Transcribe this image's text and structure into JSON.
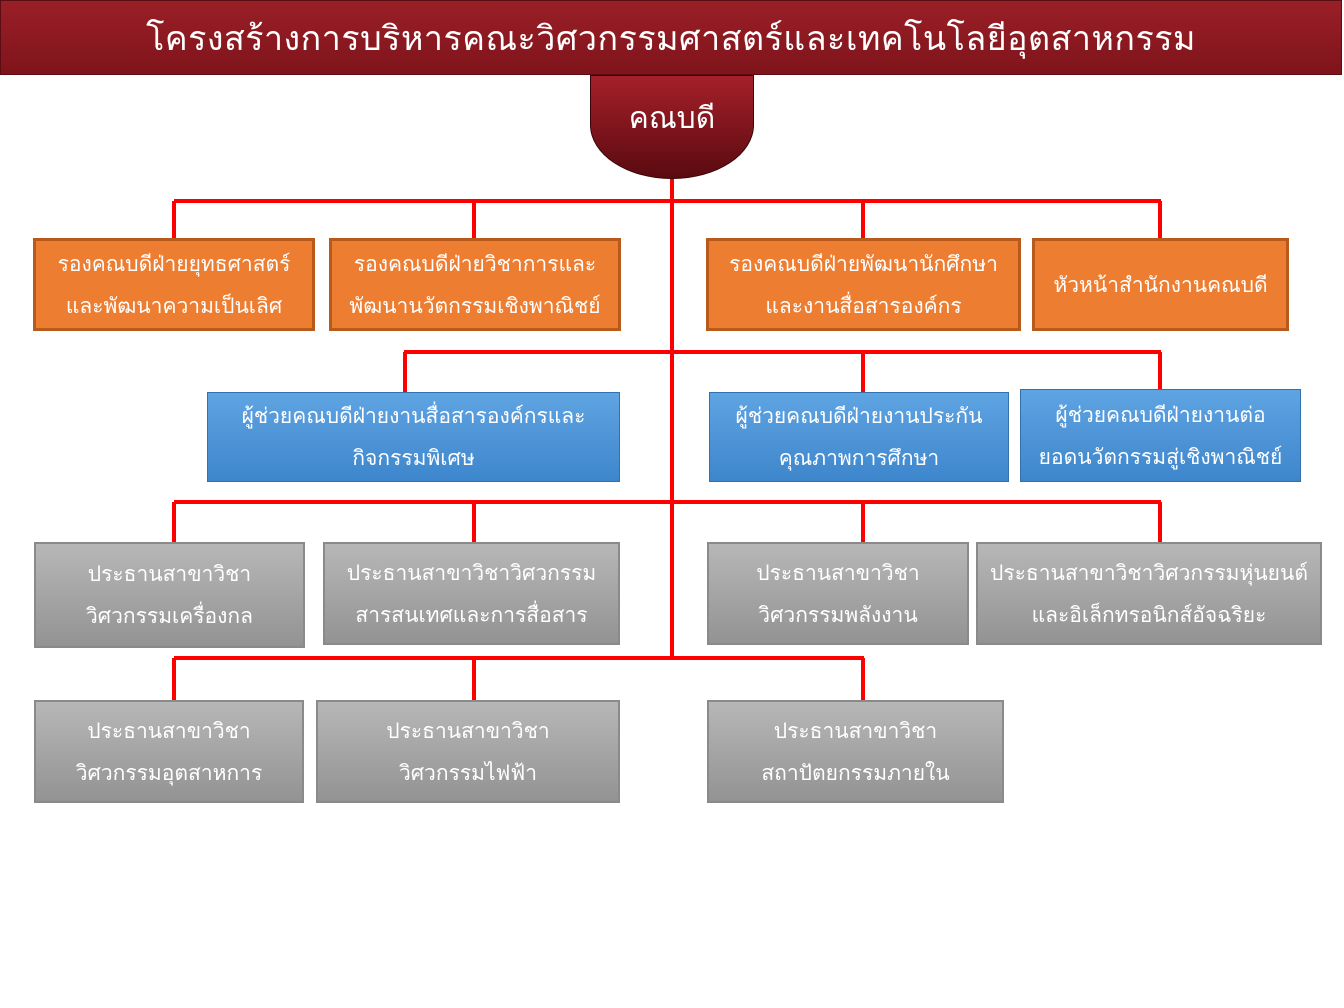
{
  "title": "โครงสร้างการบริหารคณะวิศวกรรมศาสตร์และเทคโนโลยีอุตสาหกรรม",
  "dean": "คณบดี",
  "colors": {
    "title_bar": "#8b1a22",
    "dean": "#8b1a22",
    "connector": "#ff0000",
    "orange": "#ed7d31",
    "blue": "#4a90d9",
    "gray": "#a6a6a6"
  },
  "vice_deans": [
    {
      "line1": "รองคณบดีฝ่ายยุทธศาสตร์",
      "line2": "และพัฒนาความเป็นเลิศ"
    },
    {
      "line1": "รองคณบดีฝ่ายวิชาการและ",
      "line2": "พัฒนานวัตกรรมเชิงพาณิชย์"
    },
    {
      "line1": "รองคณบดีฝ่ายพัฒนานักศึกษา",
      "line2": "และงานสื่อสารองค์กร"
    },
    {
      "line1": "หัวหน้าสำนักงานคณบดี",
      "line2": ""
    }
  ],
  "assistant_deans": [
    {
      "line1": "ผู้ช่วยคณบดีฝ่ายงานสื่อสารองค์กรและ",
      "line2": "กิจกรรมพิเศษ"
    },
    {
      "line1": "ผู้ช่วยคณบดีฝ่ายงานประกัน",
      "line2": "คุณภาพการศึกษา"
    },
    {
      "line1": "ผู้ช่วยคณบดีฝ่ายงานต่อ",
      "line2": "ยอดนวัตกรรมสู่เชิงพาณิชย์"
    }
  ],
  "program_chairs_row1": [
    {
      "line1": "ประธานสาขาวิชา",
      "line2": "วิศวกรรมเครื่องกล"
    },
    {
      "line1": "ประธานสาขาวิชาวิศวกรรม",
      "line2": "สารสนเทศและการสื่อสาร"
    },
    {
      "line1": "ประธานสาขาวิชา",
      "line2": "วิศวกรรมพลังงาน"
    },
    {
      "line1": "ประธานสาขาวิชาวิศวกรรมหุ่นยนต์",
      "line2": "และอิเล็กทรอนิกส์อัจฉริยะ"
    }
  ],
  "program_chairs_row2": [
    {
      "line1": "ประธานสาขาวิชา",
      "line2": "วิศวกรรมอุตสาหการ"
    },
    {
      "line1": "ประธานสาขาวิชา",
      "line2": "วิศวกรรมไฟฟ้า"
    },
    {
      "line1": "ประธานสาขาวิชา",
      "line2": "สถาปัตยกรรมภายใน"
    }
  ]
}
